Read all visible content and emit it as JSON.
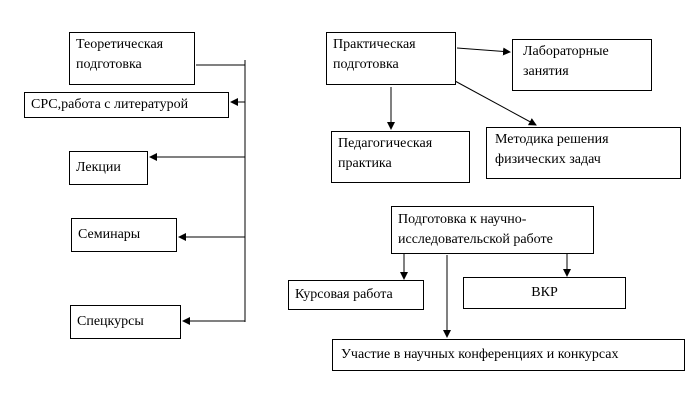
{
  "nodes": {
    "theory": {
      "lines": [
        "Теоретическая",
        "подготовка"
      ]
    },
    "srs": {
      "lines": [
        "СРС,работа с  литературой"
      ]
    },
    "lectures": {
      "lines": [
        "Лекции"
      ]
    },
    "seminars": {
      "lines": [
        "Семинары"
      ]
    },
    "special": {
      "lines": [
        "Спецкурсы"
      ]
    },
    "practice": {
      "lines": [
        "Практическая",
        "подготовка"
      ]
    },
    "lab": {
      "lines": [
        "Лабораторные",
        "занятия"
      ]
    },
    "pedagogical": {
      "lines": [
        "Педагогическая",
        "практика"
      ]
    },
    "methodology": {
      "lines": [
        "Методика решения",
        "физических задач"
      ]
    },
    "research": {
      "lines": [
        "Подготовка к научно-",
        "исследовательской работе"
      ]
    },
    "coursework": {
      "lines": [
        "Курсовая работа"
      ]
    },
    "vkr": {
      "lines": [
        "ВКР"
      ]
    },
    "conferences": {
      "lines": [
        "Участие в научных конференциях и конкурсах"
      ]
    }
  }
}
